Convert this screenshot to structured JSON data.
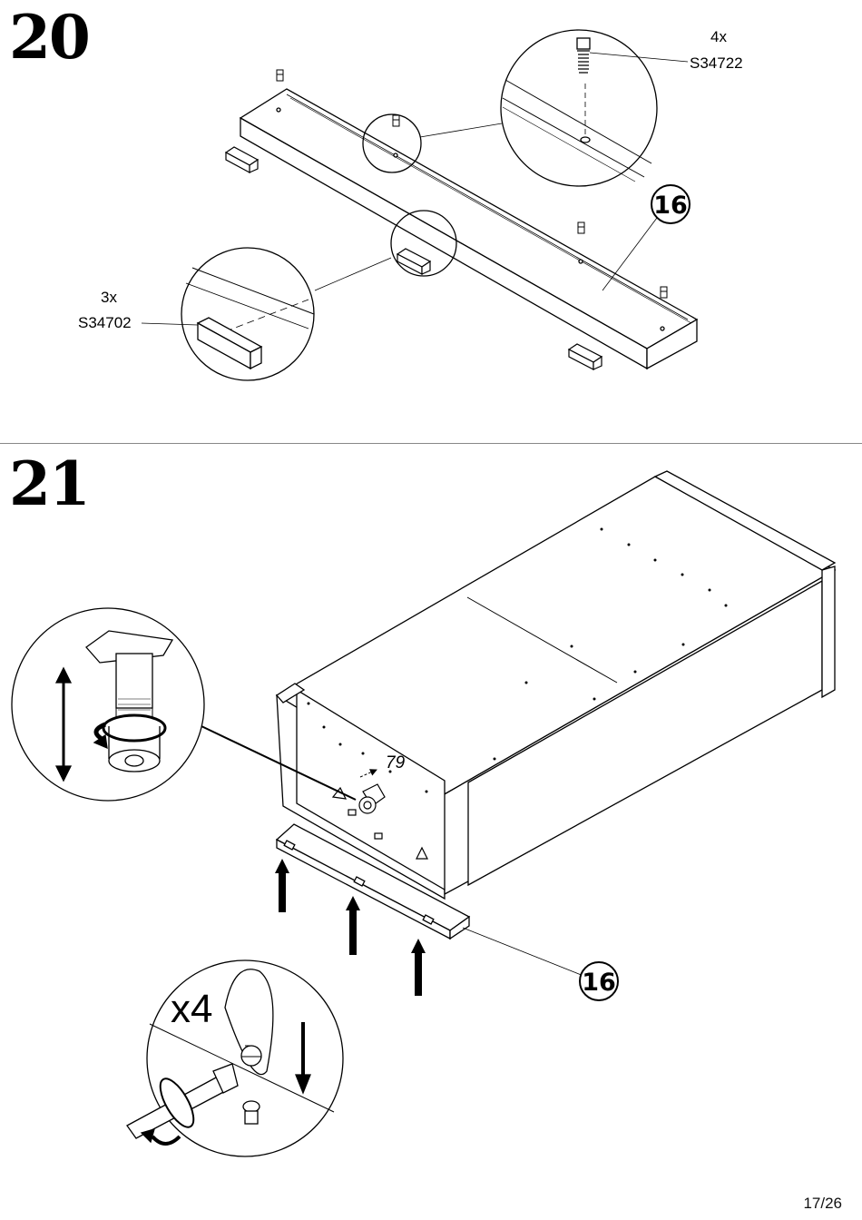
{
  "steps": [
    {
      "number": "20",
      "parts": [
        {
          "count": "4x",
          "code": "S34722"
        },
        {
          "count": "3x",
          "code": "S34702"
        }
      ],
      "callout": "16"
    },
    {
      "number": "21",
      "callout": "16",
      "part_label": "79",
      "multiplier": "x4"
    }
  ],
  "page": "17/26"
}
